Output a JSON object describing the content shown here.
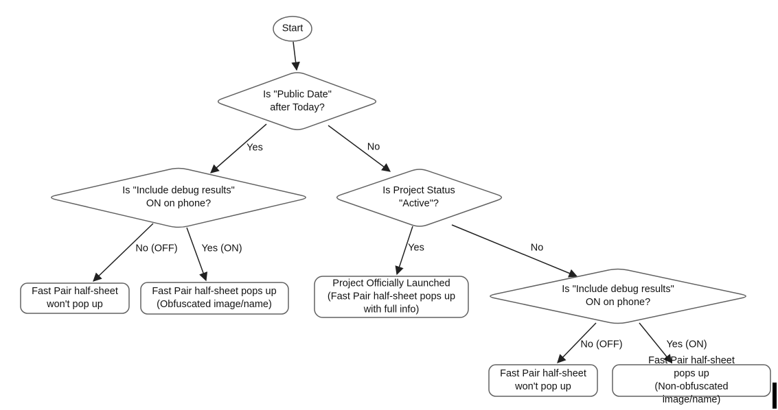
{
  "nodes": {
    "start": {
      "label": "Start",
      "type": "terminator"
    },
    "d1": {
      "label": "Is \"Public Date\"\nafter Today?",
      "type": "decision"
    },
    "d2": {
      "label": "Is \"Include debug results\"\nON on phone?",
      "type": "decision"
    },
    "d3": {
      "label": "Is Project Status\n\"Active\"?",
      "type": "decision"
    },
    "d4": {
      "label": "Is \"Include debug results\"\nON on phone?",
      "type": "decision"
    },
    "b1": {
      "label": "Fast Pair half-sheet\nwon't pop up",
      "type": "result"
    },
    "b2": {
      "label": "Fast Pair half-sheet pops up\n(Obfuscated image/name)",
      "type": "result"
    },
    "b3": {
      "label": "Project Officially Launched\n(Fast Pair half-sheet pops up\nwith full info)",
      "type": "result"
    },
    "b4": {
      "label": "Fast Pair half-sheet\nwon't pop up",
      "type": "result"
    },
    "b5": {
      "label": "Fast Pair half-sheet pops up\n(Non-obfuscated image/name)",
      "type": "result"
    }
  },
  "edges": {
    "start_d1": {
      "label": ""
    },
    "d1_yes": {
      "label": "Yes",
      "from": "d1",
      "to": "d2"
    },
    "d1_no": {
      "label": "No",
      "from": "d1",
      "to": "d3"
    },
    "d2_no": {
      "label": "No (OFF)",
      "from": "d2",
      "to": "b1"
    },
    "d2_yes": {
      "label": "Yes (ON)",
      "from": "d2",
      "to": "b2"
    },
    "d3_yes": {
      "label": "Yes",
      "from": "d3",
      "to": "b3"
    },
    "d3_no": {
      "label": "No",
      "from": "d3",
      "to": "d4"
    },
    "d4_no": {
      "label": "No (OFF)",
      "from": "d4",
      "to": "b4"
    },
    "d4_yes": {
      "label": "Yes (ON)",
      "from": "d4",
      "to": "b5"
    }
  },
  "colors": {
    "shape_stroke": "#616161",
    "arrow": "#212121",
    "text": "#111111",
    "background": "#ffffff",
    "cursor_bar": "#000000"
  }
}
